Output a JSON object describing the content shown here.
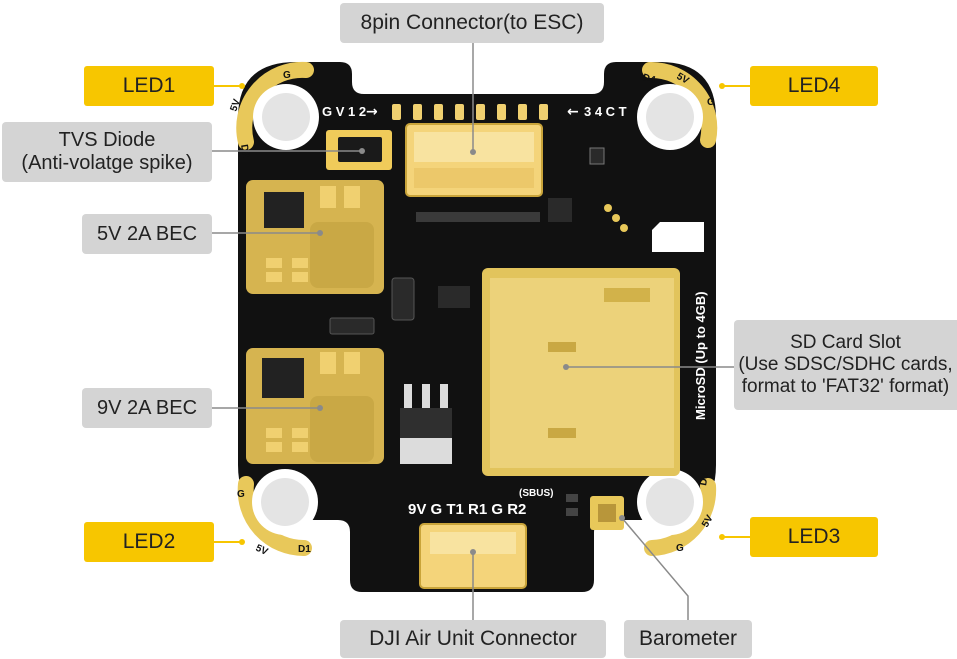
{
  "labels": {
    "pin_connector": "8pin Connector(to ESC)",
    "tvs_line1": "TVS Diode",
    "tvs_line2": "(Anti-volatge spike)",
    "bec5": "5V 2A BEC",
    "bec9": "9V 2A BEC",
    "sd_line1": "SD Card Slot",
    "sd_line2": "(Use SDSC/SDHC cards,",
    "sd_line3": "format to 'FAT32' format)",
    "dji": "DJI Air Unit Connector",
    "barometer": "Barometer",
    "led1": "LED1",
    "led2": "LED2",
    "led3": "LED3",
    "led4": "LED4"
  },
  "silkscreen": {
    "esc_left": "G V 1 2",
    "esc_right": "3 4 C T",
    "air_pins": "9V G  T1 R1 G R2",
    "sbus": "(SBUS)",
    "microsd": "MicroSD (Up to 4GB)",
    "pad_5v": "5V",
    "pad_g": "G",
    "pad_d1": "D1",
    "pad_d2": "D2",
    "pad_d3": "D3",
    "pad_d4": "D4"
  },
  "colors": {
    "board": "#111111",
    "gold": "#e8c85a",
    "label_gray": "#d4d4d4",
    "label_yellow": "#f7c600",
    "leader": "#8a8a8a"
  }
}
